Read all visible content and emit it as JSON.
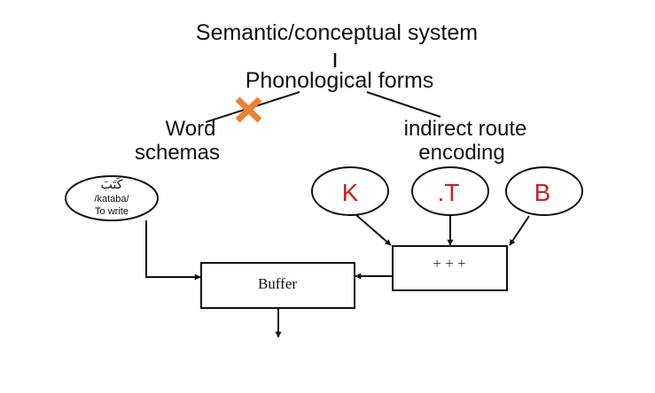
{
  "diagram": {
    "title": "Semantic/conceptual system",
    "phonological": "Phonological forms",
    "word_schemas": [
      "Word",
      "schemas"
    ],
    "indirect_route": [
      "indirect route",
      "encoding"
    ],
    "blocked_marker": "orange-x-icon",
    "lexical_node": {
      "arabic": "كَتَبَ",
      "transcription": "/kataba/",
      "gloss": "To write"
    },
    "root_letters": [
      "K",
      ".T",
      "B"
    ],
    "combiner_label": "+ + +",
    "buffer_label": "Buffer",
    "colors": {
      "text": "#111111",
      "root_letter": "#cc2020",
      "blocked_x": "#ee8030",
      "stroke": "#111111"
    }
  }
}
